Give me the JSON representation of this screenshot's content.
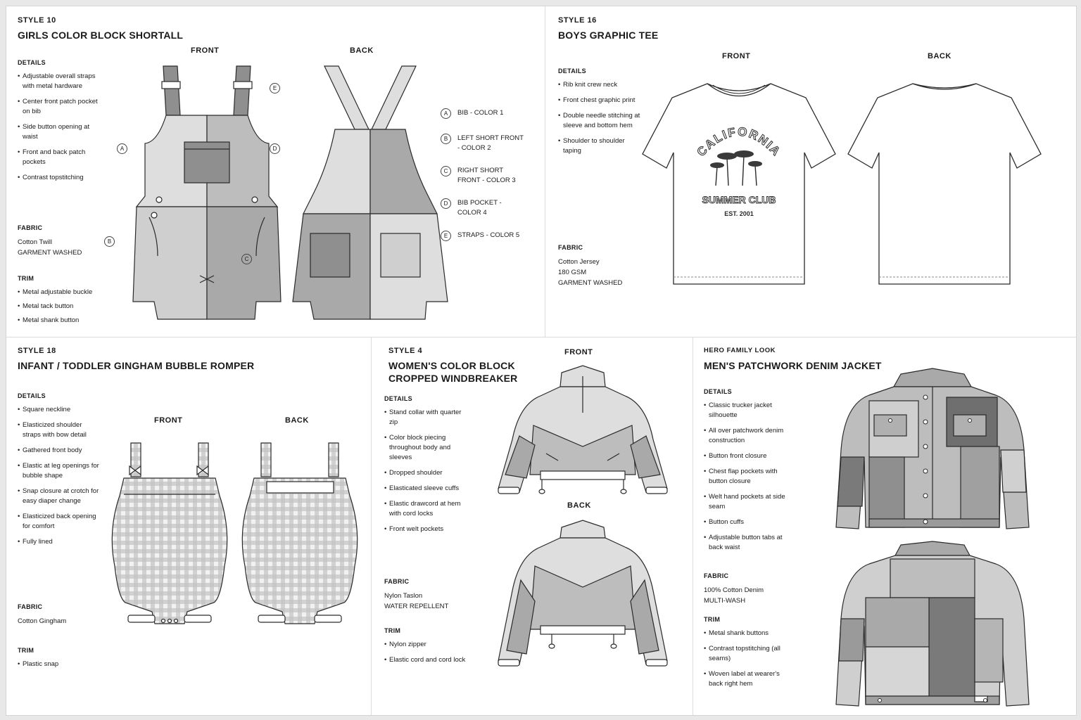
{
  "shortall": {
    "style_no": "STYLE 10",
    "title": "GIRLS COLOR BLOCK SHORTALL",
    "front_label": "FRONT",
    "back_label": "BACK",
    "details_heading": "DETAILS",
    "details": [
      "Adjustable overall straps with metal hardware",
      "Center front patch pocket on bib",
      "Side button opening at waist",
      "Front and back patch pockets",
      "Contrast topstitching"
    ],
    "fabric_heading": "FABRIC",
    "fabric": [
      "Cotton Twill",
      "GARMENT WASHED"
    ],
    "trim_heading": "TRIM",
    "trim": [
      "Metal adjustable buckle",
      "Metal tack button",
      "Metal shank button"
    ],
    "legend": [
      {
        "key": "A",
        "text": "BIB - COLOR 1"
      },
      {
        "key": "B",
        "text": "LEFT SHORT FRONT - COLOR 2"
      },
      {
        "key": "C",
        "text": "RIGHT SHORT FRONT - COLOR 3"
      },
      {
        "key": "D",
        "text": "BIB POCKET - COLOR 4"
      },
      {
        "key": "E",
        "text": "STRAPS - COLOR 5"
      }
    ]
  },
  "tee": {
    "style_no": "STYLE 16",
    "title": "BOYS GRAPHIC TEE",
    "front_label": "FRONT",
    "back_label": "BACK",
    "details_heading": "DETAILS",
    "details": [
      "Rib knit crew neck",
      "Front chest graphic print",
      "Double needle stitching at sleeve and bottom hem",
      "Shoulder to shoulder taping"
    ],
    "fabric_heading": "FABRIC",
    "fabric": [
      "Cotton Jersey",
      "180 GSM",
      "GARMENT WASHED"
    ],
    "graphic": {
      "arc": "CALIFORNIA",
      "line2": "SUMMER CLUB",
      "line3": "EST. 2001"
    }
  },
  "romper": {
    "style_no": "STYLE 18",
    "title": "INFANT / TODDLER GINGHAM BUBBLE ROMPER",
    "front_label": "FRONT",
    "back_label": "BACK",
    "details_heading": "DETAILS",
    "details": [
      "Square neckline",
      "Elasticized shoulder straps with bow detail",
      "Gathered front body",
      "Elastic at leg openings for bubble shape",
      "Snap closure at crotch for easy diaper change",
      "Elasticized back opening for comfort",
      "Fully lined"
    ],
    "fabric_heading": "FABRIC",
    "fabric": [
      "Cotton Gingham"
    ],
    "trim_heading": "TRIM",
    "trim": [
      "Plastic snap"
    ]
  },
  "windbreaker": {
    "style_no": "STYLE 4",
    "title_line1": "WOMEN'S COLOR BLOCK",
    "title_line2": "CROPPED WINDBREAKER",
    "front_label": "FRONT",
    "back_label": "BACK",
    "details_heading": "DETAILS",
    "details": [
      "Stand collar with quarter zip",
      "Color block piecing throughout body and sleeves",
      "Dropped shoulder",
      "Elasticated sleeve cuffs",
      "Elastic drawcord at hem with cord locks",
      "Front welt pockets"
    ],
    "fabric_heading": "FABRIC",
    "fabric": [
      "Nylon Taslon",
      "WATER REPELLENT"
    ],
    "trim_heading": "TRIM",
    "trim": [
      "Nylon zipper",
      "Elastic cord and cord lock"
    ]
  },
  "jacket": {
    "style_no": "HERO FAMILY LOOK",
    "title": "MEN'S PATCHWORK DENIM JACKET",
    "details_heading": "DETAILS",
    "details": [
      "Classic trucker jacket silhouette",
      "All over patchwork denim construction",
      "Button front closure",
      "Chest flap pockets with button closure",
      "Welt hand pockets at side seam",
      "Button cuffs",
      "Adjustable button tabs at back waist"
    ],
    "fabric_heading": "FABRIC",
    "fabric": [
      "100% Cotton Denim",
      "MULTI-WASH"
    ],
    "trim_heading": "TRIM",
    "trim": [
      "Metal shank buttons",
      "Contrast topstitching (all seams)",
      "Woven label at wearer's back right hem"
    ]
  },
  "colors": {
    "c1": "#dedede",
    "c2": "#cfcfcf",
    "c3": "#a9a9a9",
    "c4": "#8f8f8f",
    "c5": "#bdbdbd",
    "line": "#2a2a2a"
  }
}
